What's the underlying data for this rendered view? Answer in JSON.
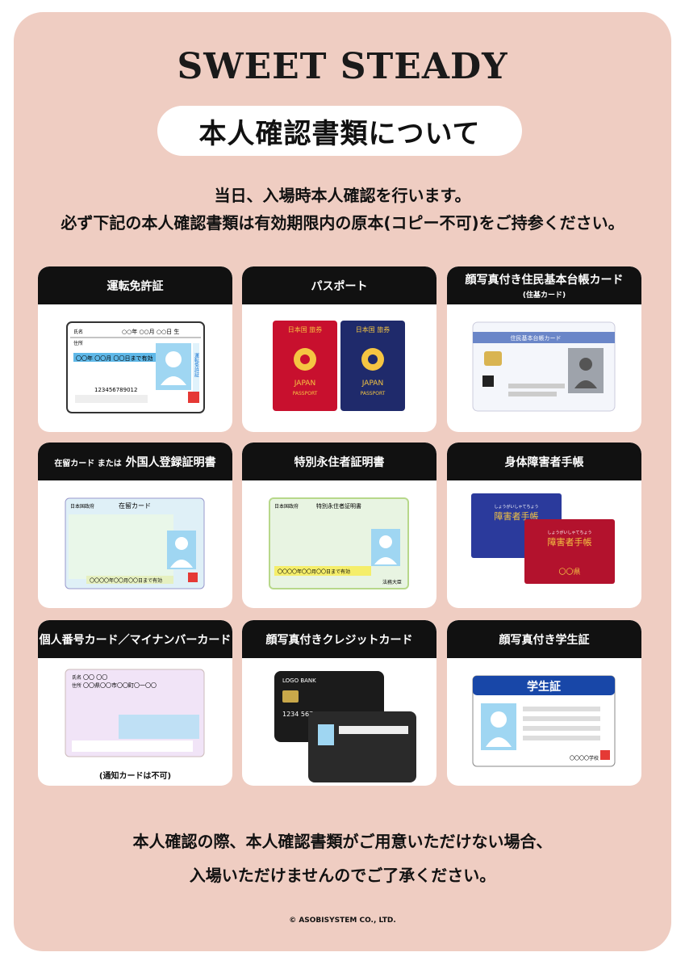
{
  "brand": {
    "logo": "SWEET STEADY"
  },
  "header": {
    "title": "本人確認書類について"
  },
  "intro": {
    "line1": "当日、入場時本人確認を行います。",
    "line2": "必ず下記の本人確認書類は有効期限内の原本(コピー不可)をご持参ください。"
  },
  "documents": [
    {
      "label": "運転免許証",
      "art": {
        "name": "氏名",
        "addr": "住所",
        "date_text": "〇〇年 〇〇月 〇〇日まで有効",
        "number": "123456789012",
        "vertical": "運転免許証",
        "expiry": "○○年 ○○月 ○○日 生"
      }
    },
    {
      "label": "パスポート",
      "art": {
        "title": "日本国 旅券",
        "country": "JAPAN",
        "passport": "PASSPORT"
      }
    },
    {
      "label": "顔写真付き住民基本台帳カード",
      "sub": "(住基カード)",
      "art": {
        "header": "住民基本台帳カード"
      }
    },
    {
      "label_small": "在留カード または",
      "label": "外国人登録証明書",
      "art": {
        "country": "日本国政府",
        "title": "在留カード",
        "valid": "〇〇〇〇年〇〇月〇〇日まで有効"
      }
    },
    {
      "label": "特別永住者証明書",
      "art": {
        "country": "日本国政府",
        "title": "特別永住者証明書",
        "valid": "〇〇〇〇年〇〇月〇〇日まで有効",
        "office": "法務大臣"
      }
    },
    {
      "label": "身体障害者手帳",
      "art": {
        "ruby": "しょうがいしゃてちょう",
        "title": "障害者手帳",
        "prefecture": "〇〇県"
      }
    },
    {
      "label": "個人番号カード／マイナンバーカード",
      "caption": "(通知カードは不可)",
      "art": {
        "name_label": "氏名",
        "name": "〇〇 〇〇",
        "addr_label": "住所",
        "addr": "〇〇県〇〇市〇〇町〇一〇〇"
      }
    },
    {
      "label": "顔写真付きクレジットカード",
      "art": {
        "bank": "LOGO BANK",
        "number": "1234 5678 9013 5555"
      }
    },
    {
      "label": "顔写真付き学生証",
      "art": {
        "title": "学生証",
        "school": "〇〇〇〇学校"
      }
    }
  ],
  "closing": {
    "line1": "本人確認の際、本人確認書類がご用意いただけない場合、",
    "line2": "入場いただけませんのでご了承ください。"
  },
  "footer": {
    "copyright": "© ASOBISYSTEM CO., LTD."
  },
  "colors": {
    "background": "#efcdc2",
    "header_bar": "#111111",
    "passport_red": "#c8102e",
    "passport_blue": "#1f2a6b"
  }
}
